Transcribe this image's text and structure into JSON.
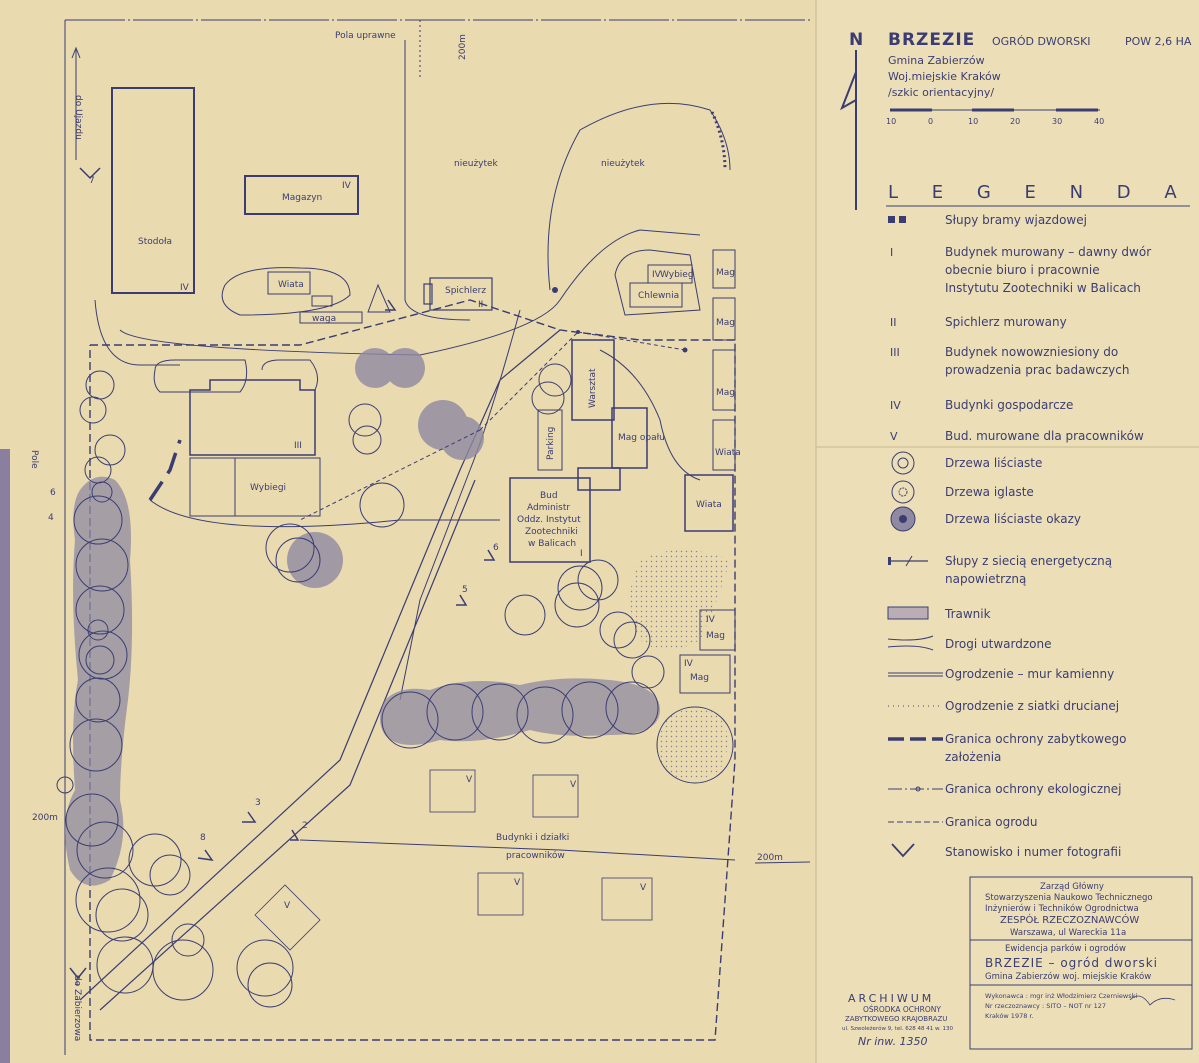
{
  "title": {
    "place": "BRZEZIE",
    "subtitle_type": "OGRÓD DWORSKI",
    "area": "POW 2,6 HA",
    "line2": "Gmina Zabierzów",
    "line3": "Woj.miejskie Kraków",
    "line4": "/szkic orientacyjny/",
    "north": "N",
    "scale_ticks": [
      "10",
      "0",
      "10",
      "20",
      "30",
      "40"
    ]
  },
  "legend": {
    "heading": "L E G E N D A",
    "items": [
      {
        "symbol": "gate-posts",
        "text": [
          "Słupy bramy wjazdowej"
        ]
      },
      {
        "symbol": "I",
        "text": [
          "Budynek murowany – dawny dwór",
          "obecnie biuro i pracownie",
          "Instytutu Zootechniki w Balicach"
        ]
      },
      {
        "symbol": "II",
        "text": [
          "Spichlerz murowany"
        ]
      },
      {
        "symbol": "III",
        "text": [
          "Budynek nowowzniesiony do",
          "prowadzenia prac badawczych"
        ]
      },
      {
        "symbol": "IV",
        "text": [
          "Budynki gospodarcze"
        ]
      },
      {
        "symbol": "V",
        "text": [
          "Bud. murowane dla pracowników"
        ]
      },
      {
        "symbol": "deciduous",
        "text": [
          "Drzewa liściaste"
        ]
      },
      {
        "symbol": "conifer",
        "text": [
          "Drzewa iglaste"
        ]
      },
      {
        "symbol": "specimen",
        "text": [
          "Drzewa liściaste okazy"
        ]
      },
      {
        "symbol": "power-line",
        "text": [
          "Słupy z siecią energetyczną",
          "napowietrzną"
        ]
      },
      {
        "symbol": "lawn",
        "text": [
          "Trawnik"
        ]
      },
      {
        "symbol": "road",
        "text": [
          "Drogi utwardzone"
        ]
      },
      {
        "symbol": "stone-wall",
        "text": [
          "Ogrodzenie – mur kamienny"
        ]
      },
      {
        "symbol": "wire-fence",
        "text": [
          "Ogrodzenie z siatki drucianej"
        ]
      },
      {
        "symbol": "heritage-border",
        "text": [
          "Granica ochrony zabytkowego",
          "założenia"
        ]
      },
      {
        "symbol": "eco-border",
        "text": [
          "Granica ochrony ekologicznej"
        ]
      },
      {
        "symbol": "garden-border",
        "text": [
          "Granica ogrodu"
        ]
      },
      {
        "symbol": "photo-point",
        "text": [
          "Stanowisko i numer fotografii"
        ]
      }
    ]
  },
  "stamp": {
    "l1": "Zarząd Główny",
    "l2": "Stowarzyszenia Naukowo Technicznego",
    "l3": "Inżynierów i Techników Ogrodnictwa",
    "l4": "ZESPÓŁ RZECZOZNAWCÓW",
    "l5": "Warszawa, ul Wareckia 11a",
    "l6": "Ewidencja parków i ogrodów",
    "l7": "BRZEZIE – ogród dworski",
    "l8": "Gmina Zabierzów woj. miejskie Kraków",
    "l9": "Wykonawca : mgr inż Włodzimierz Czerniewski",
    "l10": "Nr rzeczoznawcy : SITO – NOT nr 127",
    "l11": "Kraków 1978 r."
  },
  "archive": {
    "l1": "ARCHIWUM",
    "l2": "OŚRODKA OCHRONY",
    "l3": "ZABYTKOWEGO KRAJOBRAZU",
    "l4": "ul. Szwoleżerów 9, tel. 628 48 41 w. 130",
    "handwritten": "Nr inw. 1350"
  },
  "map_labels": {
    "pola": "Pola uprawne",
    "dist_top": "200m",
    "do_ujazdu": "do Ujazdu",
    "pole": "Pole",
    "dist_left": "200m",
    "dist_right": "200m",
    "do_zabierzowa": "do Zabierzowa",
    "nieuzytek1": "nieużytek",
    "nieuzytek2": "nieużytek",
    "magazyn": "Magazyn",
    "stodola": "Stodoła",
    "wiata1": "Wiata",
    "waga": "waga",
    "spichlerz": "Spichlerz",
    "chlewnia": "Chlewnia",
    "wybieg1": "Wybieg",
    "mag": "Mag",
    "warsztat": "Warsztat",
    "mag_opalu": "Mag opału",
    "parking": "Parking",
    "wiata2": "Wiata",
    "wiata3": "Wiata",
    "wybiegi": "Wybiegi",
    "bud_admin": [
      "Bud",
      "Administr",
      "Oddz. Instytut",
      "Zootechniki",
      "w Balicach"
    ],
    "budynki_dzialki": [
      "Budynki i działki",
      "pracowników"
    ],
    "roman": {
      "I": "I",
      "II": "II",
      "III": "III",
      "IV": "IV",
      "V": "V"
    }
  },
  "colors": {
    "paper": "#e9dab0",
    "ink": "#3b3d72",
    "tree_fill": "#8f89a2",
    "panel": "#ecdfb8"
  }
}
